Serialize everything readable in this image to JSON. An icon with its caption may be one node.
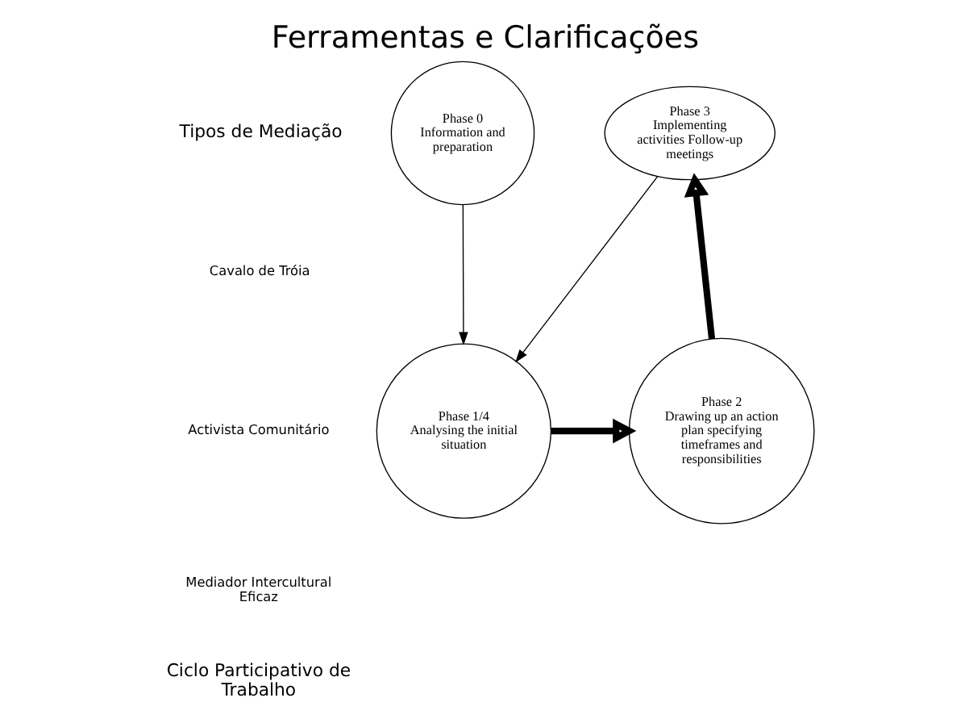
{
  "diagram": {
    "title": "Ferramentas e Clarificações",
    "nodes": [
      {
        "text": [
          "Phase 0",
          "Information and preparation"
        ]
      },
      {
        "text": [
          "Phase 3",
          "Implementing activities Follow-up meetings"
        ]
      },
      {
        "text": [
          "Phase 1/4",
          "Analysing the initial situation"
        ]
      },
      {
        "text": [
          "Phase 2",
          "Drawing up an action plan specifying timeframes and responsibilities"
        ]
      }
    ],
    "edges": [
      {
        "from": 0,
        "to": 2,
        "arrow": "to"
      },
      {
        "from": 2,
        "to": 3,
        "arrow": "to",
        "style": "thick"
      },
      {
        "from": 3,
        "to": 1,
        "arrow": "to",
        "style": "thick"
      },
      {
        "from": 1,
        "to": 2,
        "arrow": "to"
      }
    ],
    "labels": [
      "Tipos de Mediação",
      "Cavalo de Tróia",
      "Activista Comunitário",
      "Mediador Intercultural Eficaz",
      "Ciclo Participativo de Trabalho"
    ]
  }
}
